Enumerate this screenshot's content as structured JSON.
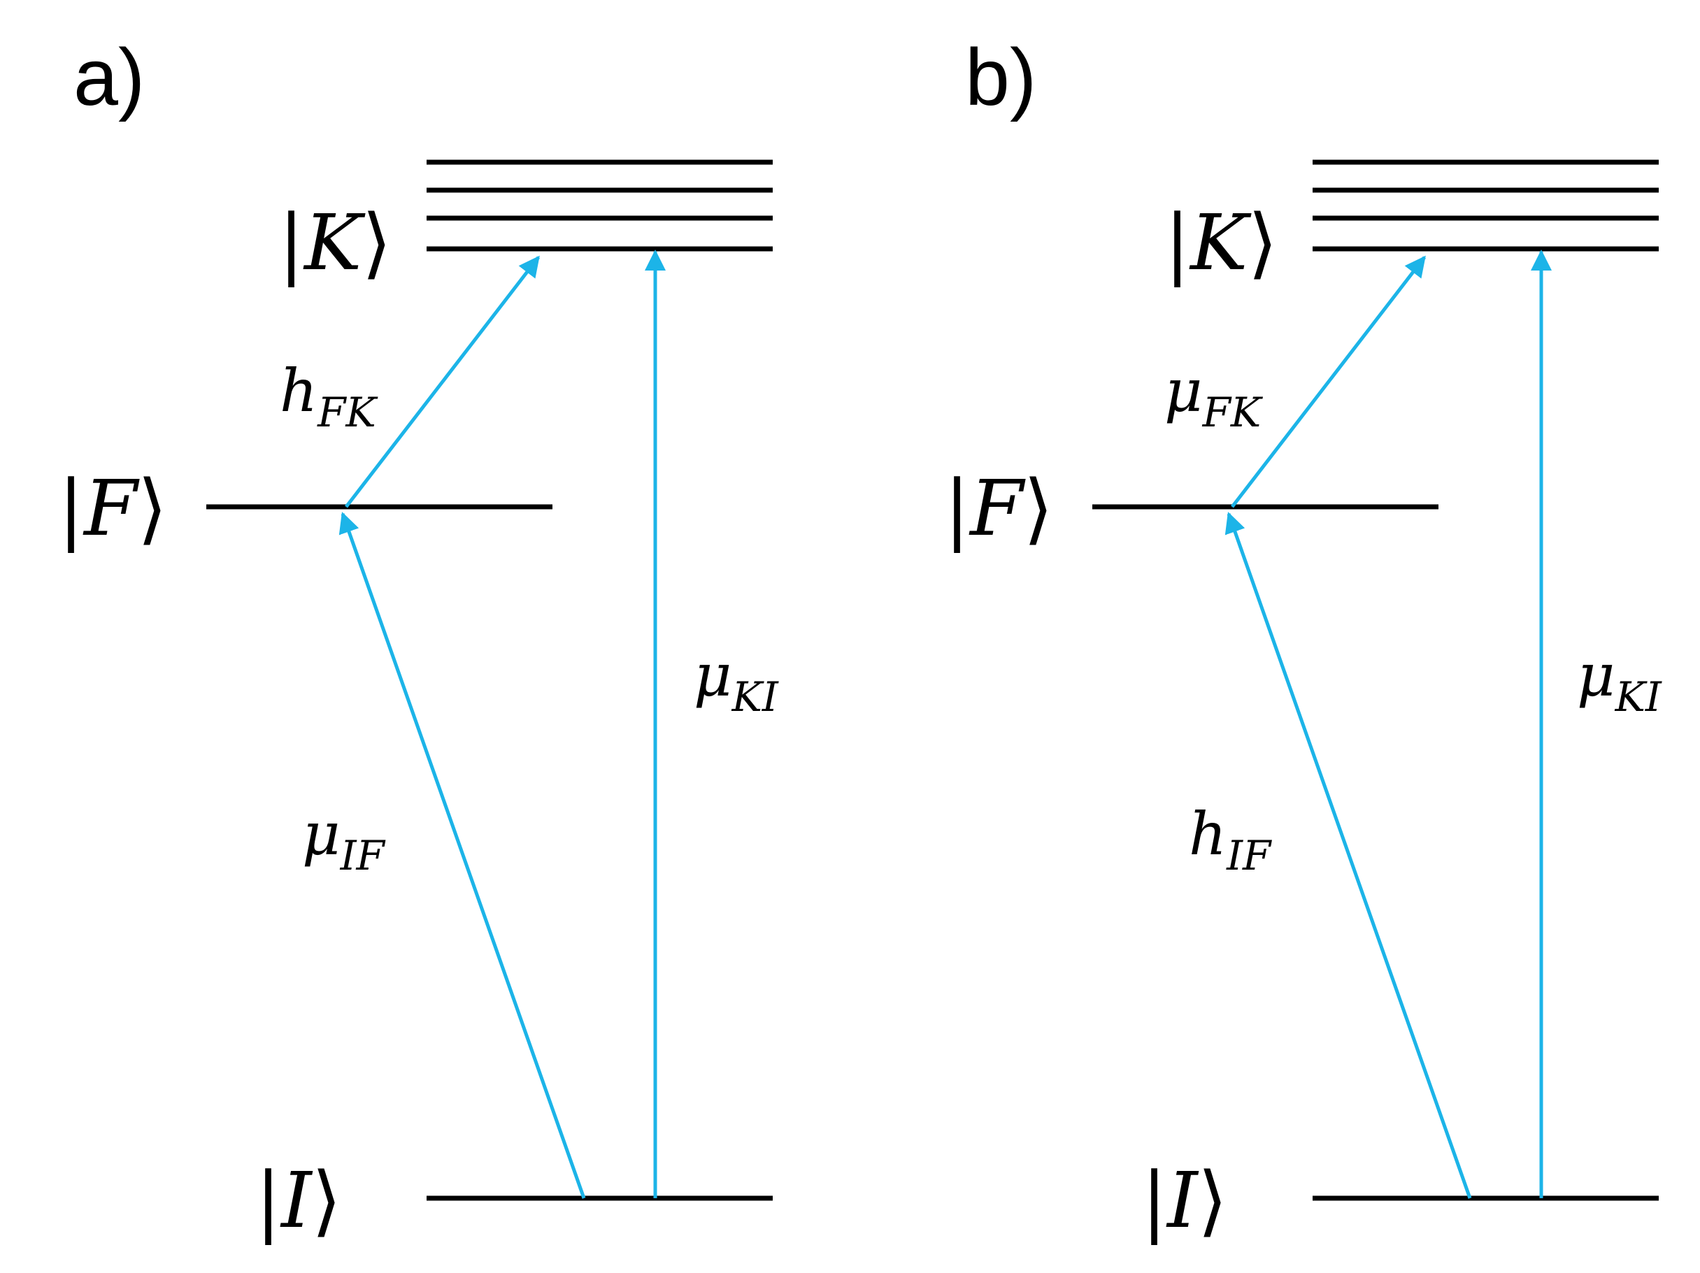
{
  "colors": {
    "level": "#000000",
    "arrow": "#1CB4E8"
  },
  "panels": [
    {
      "label": "a)",
      "states": {
        "K": {
          "bra": "|",
          "symbol": "K",
          "ket": "⟩"
        },
        "F": {
          "bra": "|",
          "symbol": "F",
          "ket": "⟩"
        },
        "I": {
          "bra": "|",
          "symbol": "I",
          "ket": "⟩"
        }
      },
      "transitions": {
        "FK": {
          "symbol": "h",
          "sub": "FK"
        },
        "IF": {
          "symbol": "μ",
          "sub": "IF"
        },
        "KI": {
          "symbol": "μ",
          "sub": "KI"
        }
      }
    },
    {
      "label": "b)",
      "states": {
        "K": {
          "bra": "|",
          "symbol": "K",
          "ket": "⟩"
        },
        "F": {
          "bra": "|",
          "symbol": "F",
          "ket": "⟩"
        },
        "I": {
          "bra": "|",
          "symbol": "I",
          "ket": "⟩"
        }
      },
      "transitions": {
        "FK": {
          "symbol": "μ",
          "sub": "FK"
        },
        "IF": {
          "symbol": "h",
          "sub": "IF"
        },
        "KI": {
          "symbol": "μ",
          "sub": "KI"
        }
      }
    }
  ]
}
